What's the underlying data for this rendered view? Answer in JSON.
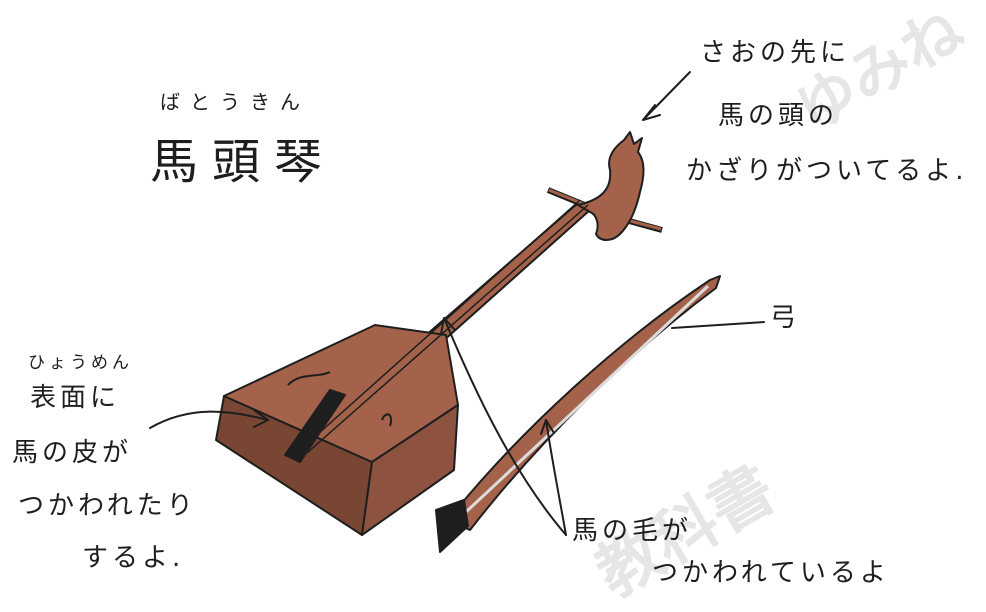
{
  "title": {
    "ruby": "ばとうきん",
    "kanji": "馬頭琴"
  },
  "annotations": {
    "head": [
      "さおの先に",
      "馬の頭の",
      "かざりがついてるよ."
    ],
    "surface_ruby": "ひょうめん",
    "surface": [
      "表面に",
      "馬の皮が",
      "つかわれたり",
      "するよ."
    ],
    "bow_label": "弓",
    "hair": [
      "馬の毛が",
      "つかわれているよ"
    ]
  },
  "watermark": {
    "top": "ゆみね",
    "bottom": "教科書"
  },
  "colors": {
    "wood": "#a4624a",
    "wood_dark": "#7a4634",
    "ink": "#1e1e1e"
  },
  "icons": [
    "morin-khuur-instrument-icon",
    "horse-head-scroll-icon",
    "bow-icon"
  ]
}
